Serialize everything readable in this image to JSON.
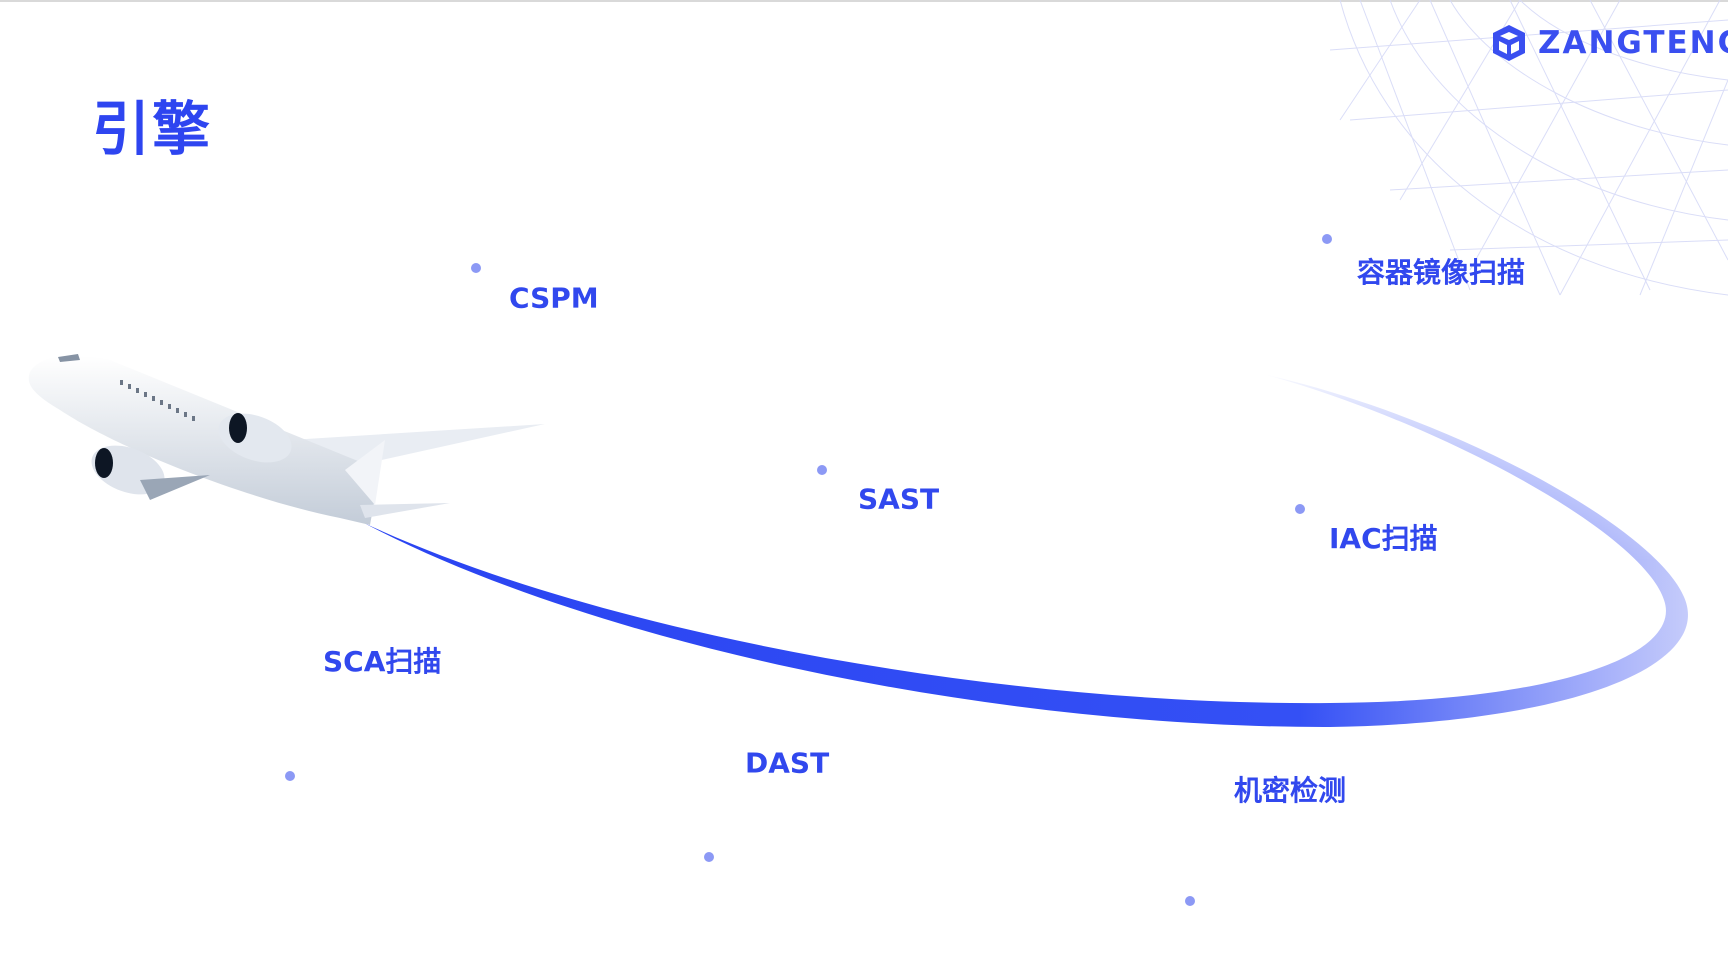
{
  "title": "引擎",
  "logo": {
    "text": "ZANGTENG"
  },
  "colors": {
    "accent": "#2e45f0",
    "line": "#8c99f5",
    "grid": "#d6daf7"
  },
  "engines": [
    {
      "id": "cspm",
      "label": "CSPM"
    },
    {
      "id": "sast",
      "label": "SAST"
    },
    {
      "id": "container",
      "label": "容器镜像扫描"
    },
    {
      "id": "iac",
      "label": "IAC扫描"
    },
    {
      "id": "sca",
      "label": "SCA扫描"
    },
    {
      "id": "dast",
      "label": "DAST"
    },
    {
      "id": "secret",
      "label": "机密检测"
    }
  ]
}
